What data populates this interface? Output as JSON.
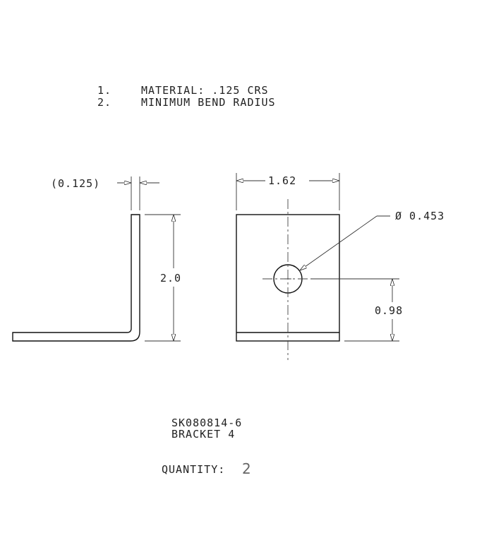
{
  "notes": [
    {
      "num": "1.",
      "text": "MATERIAL: .125 CRS"
    },
    {
      "num": "2.",
      "text": "MINIMUM BEND RADIUS"
    }
  ],
  "dimensions": {
    "thickness": "(0.125)",
    "height": "2.0",
    "width": "1.62",
    "hole_diameter": "Ø 0.453",
    "hole_offset": "0.98"
  },
  "title_block": {
    "part_number": "SK080814-6",
    "part_name": "BRACKET 4",
    "quantity_label": "QUANTITY:",
    "quantity_value": "2"
  }
}
